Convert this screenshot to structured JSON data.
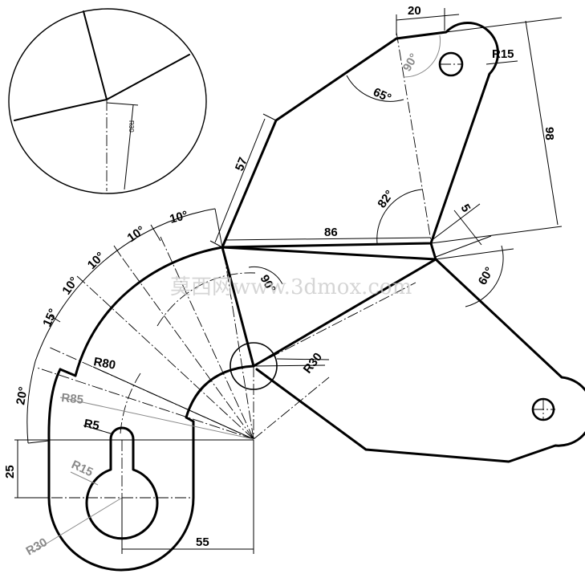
{
  "dimensions": {
    "top_width": "20",
    "hole_radius_top": "R15",
    "right_height": "98",
    "angle_90_top": "90°",
    "angle_65": "65°",
    "edge_57": "57",
    "angle_82": "82°",
    "offset_5": "5",
    "base_86": "86",
    "angle_60": "60°",
    "angle_90_mid": "90°",
    "center_radius": "R30",
    "arc_angle_1": "10°",
    "arc_angle_2": "10°",
    "arc_angle_3": "10°",
    "arc_angle_4": "10°",
    "arc_angle_5": "15°",
    "arc_angle_6": "20°",
    "radius_80": "R80",
    "radius_85": "R85",
    "radius_5": "R5",
    "radius_15": "R15",
    "radius_30_bottom": "R30",
    "height_25": "25",
    "width_55": "55"
  },
  "detail_view": {
    "radius_label": "R30"
  },
  "watermark": {
    "text": "莫西网www.3dmox.com"
  }
}
